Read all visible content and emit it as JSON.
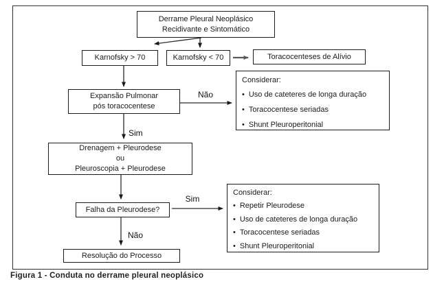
{
  "figure": {
    "caption": "Figura 1 - Conduta no derrame pleural neoplásico"
  },
  "glyphs": {
    "bullet": "•"
  },
  "colors": {
    "line": "#2a2a2a",
    "gray_arrow": "#595959",
    "border": "#1a1a1a"
  },
  "nodes": {
    "main": {
      "lines": [
        "Derrame Pleural Neoplásico",
        "Recidivante e Sintomático"
      ]
    },
    "karnofsky_high": {
      "label": "Karnofsky > 70"
    },
    "karnofsky_low": {
      "label": "Karnofsky < 70"
    },
    "toracocenteses": {
      "label": "Toracocenteses de Alívio"
    },
    "expansao": {
      "lines": [
        "Expansão Pulmonar",
        "pós toracocentese"
      ]
    },
    "considerar_nao": {
      "title": "Considerar:",
      "items": [
        "Uso de cateteres de longa duração",
        "Toracocentese seriadas",
        "Shunt Pleuroperitonial"
      ]
    },
    "drenagem": {
      "lines": [
        "Drenagem + Pleurodese",
        "ou",
        "Pleuroscopia + Pleurodese"
      ]
    },
    "falha": {
      "label": "Falha da Pleurodese?"
    },
    "considerar_sim": {
      "title": "Considerar:",
      "items": [
        "Repetir Pleurodese",
        "Uso de cateteres de longa duração",
        "Toracocentese seriadas",
        "Shunt Pleuroperitonial"
      ]
    },
    "resolucao": {
      "label": "Resolução do Processo"
    }
  },
  "edge_labels": {
    "expansao_nao": "Não",
    "expansao_sim": "Sim",
    "falha_sim": "Sim",
    "falha_nao": "Não"
  }
}
